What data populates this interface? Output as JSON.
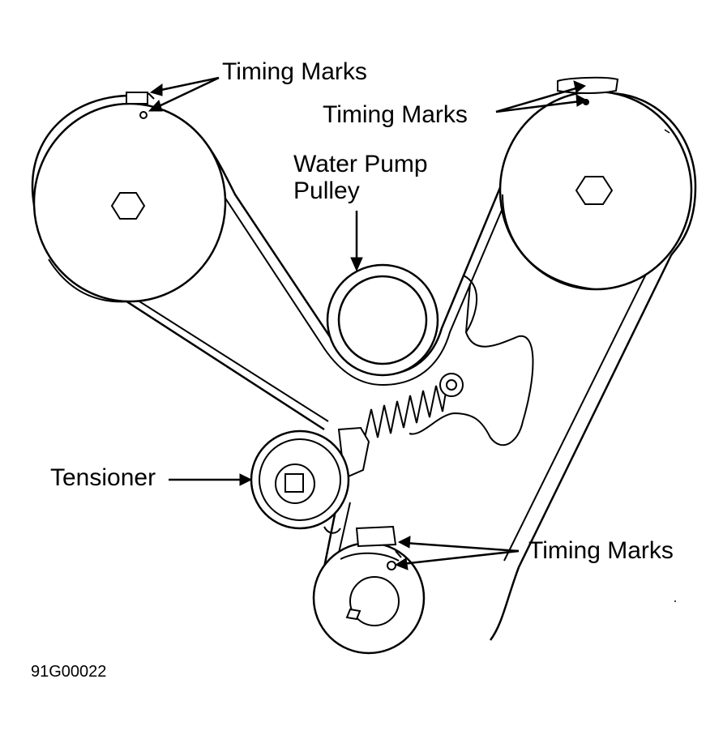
{
  "labels": {
    "timing_marks_left_cam": "Timing Marks",
    "timing_marks_right_cam": "Timing Marks",
    "water_pump_pulley_line1": "Water Pump",
    "water_pump_pulley_line2": "Pulley",
    "tensioner": "Tensioner",
    "timing_marks_crank": "Timing Marks"
  },
  "figure_code": "91G00022",
  "icons": {
    "left_camshaft": "left-camshaft-sprocket-icon",
    "right_camshaft": "right-camshaft-sprocket-icon",
    "crankshaft": "crankshaft-sprocket-icon",
    "water_pump": "water-pump-pulley-icon",
    "tensioner": "tensioner-pulley-icon",
    "spring": "tensioner-spring-icon",
    "belt": "timing-belt-icon",
    "arrow": "arrow-icon"
  },
  "colors": {
    "ink": "#000000",
    "background": "#ffffff"
  }
}
